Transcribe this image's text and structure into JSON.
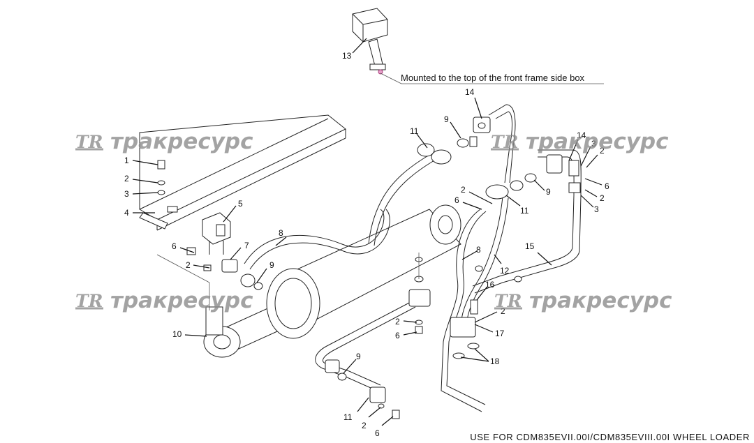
{
  "diagram": {
    "note": "Mounted to the top of the front frame side box",
    "footer": "USE FOR CDM835EVII.00I/CDM835EVIII.00I WHEEL LOADER",
    "watermark": {
      "logo": "TR",
      "text": "тракресурс"
    },
    "labels": {
      "l1": "1",
      "l2a": "2",
      "l3a": "3",
      "l4": "4",
      "l5": "5",
      "l6a": "6",
      "l2b": "2",
      "l7": "7",
      "l8a": "8",
      "l9a": "9",
      "l10": "10",
      "l11a": "11",
      "l9b": "9",
      "l13": "13",
      "l14a": "14",
      "l14b": "14",
      "l3b": "3",
      "l2c": "2",
      "l6b": "6",
      "l2d": "2",
      "l3c": "3",
      "l2e": "2",
      "l6c": "6",
      "l11b": "11",
      "l9c": "9",
      "l8b": "8",
      "l12": "12",
      "l15": "15",
      "l16": "16",
      "l2f": "2",
      "l17": "17",
      "l18": "18",
      "l2g": "2",
      "l6d": "6",
      "l9d": "9",
      "l11c": "11",
      "l2h": "2",
      "l6e": "6"
    }
  }
}
